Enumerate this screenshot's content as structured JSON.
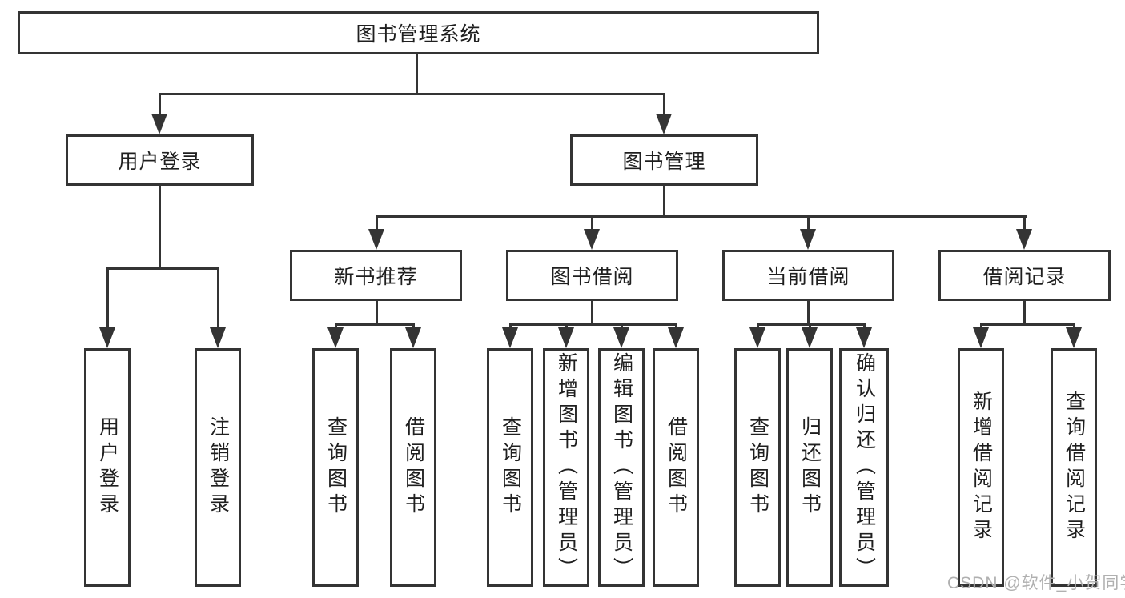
{
  "diagram": {
    "type": "hierarchy-tree",
    "tree": {
      "root": "图书管理系统",
      "children": [
        {
          "label": "用户登录",
          "children": [
            "用户登录",
            "注销登录"
          ]
        },
        {
          "label": "图书管理",
          "children": [
            {
              "label": "新书推荐",
              "children": [
                "查询图书",
                "借阅图书"
              ]
            },
            {
              "label": "图书借阅",
              "children": [
                "查询图书",
                "新增图书（管理员）",
                "编辑图书（管理员）",
                "借阅图书"
              ]
            },
            {
              "label": "当前借阅",
              "children": [
                "查询图书",
                "归还图书",
                "确认归还（管理员）"
              ]
            },
            {
              "label": "借阅记录",
              "children": [
                "新增借阅记录",
                "查询借阅记录"
              ]
            }
          ]
        }
      ]
    }
  },
  "watermark": {
    "text": "CSDN @软件_小贺同学"
  },
  "colors": {
    "line": "#343434",
    "text": "#1f1f1f",
    "watermark": "#b0b0b0",
    "background": "#ffffff"
  }
}
